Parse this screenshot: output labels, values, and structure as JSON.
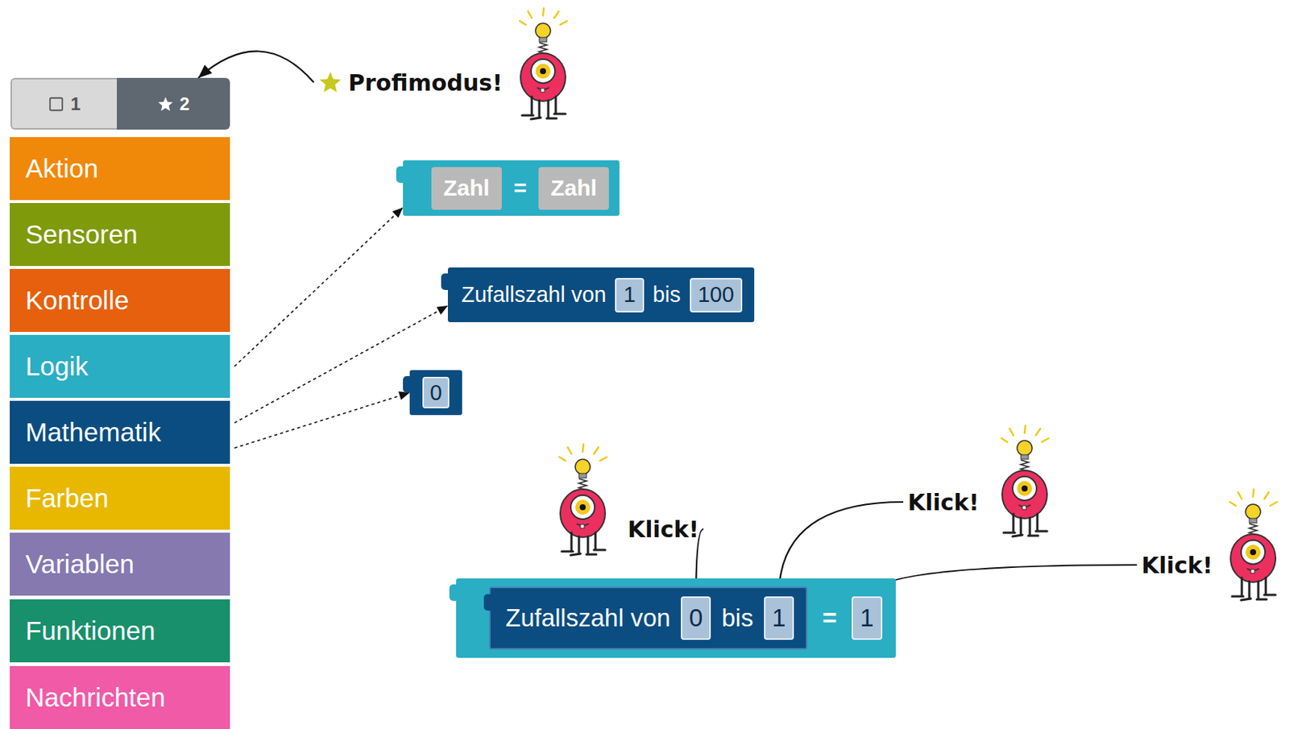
{
  "diagram": {
    "nodes": [
      {
        "text": [
          "1"
        ]
      },
      {
        "text": [
          "2"
        ]
      },
      {
        "text": [
          "Aktion"
        ]
      },
      {
        "text": [
          "Sensoren"
        ]
      },
      {
        "text": [
          "Kontrolle"
        ]
      },
      {
        "text": [
          "Logik"
        ]
      },
      {
        "text": [
          "Mathematik"
        ]
      },
      {
        "text": [
          "Farben"
        ]
      },
      {
        "text": [
          "Variablen"
        ]
      },
      {
        "text": [
          "Funktionen"
        ]
      },
      {
        "text": [
          "Nachrichten"
        ]
      },
      {
        "text": [
          "Profimodus!"
        ]
      },
      {
        "text": [
          "="
        ]
      },
      {
        "text": [
          "Zahl"
        ],
        "in": 12
      },
      {
        "text": [
          "Zahl"
        ],
        "in": 12
      },
      {
        "text": [
          "Zufallszahl von",
          "bis"
        ]
      },
      {
        "text": [
          "1"
        ],
        "in": 15
      },
      {
        "text": [
          "100"
        ],
        "in": 15
      },
      {
        "text": [
          "0"
        ]
      },
      {
        "text": [
          "="
        ]
      },
      {
        "text": [
          "Zufallszahl von",
          "bis"
        ],
        "in": 19
      },
      {
        "text": [
          "0"
        ],
        "in": 20
      },
      {
        "text": [
          "1"
        ],
        "in": 20
      },
      {
        "text": [
          "1"
        ],
        "in": 19
      },
      {
        "text": [
          "Klick!"
        ]
      },
      {
        "text": [
          "Klick!"
        ]
      },
      {
        "text": [
          "Klick!"
        ]
      }
    ],
    "edges": [
      {
        "from": 11,
        "to": 1,
        "arrow": "to"
      },
      {
        "from": 5,
        "to": 12,
        "arrow": "to"
      },
      {
        "from": 6,
        "to": 15,
        "arrow": "to"
      },
      {
        "from": 6,
        "to": 18,
        "arrow": "to"
      },
      {
        "from": 24,
        "to": 21,
        "arrow": "to"
      },
      {
        "from": 25,
        "to": 22,
        "arrow": "to"
      },
      {
        "from": 26,
        "to": 23,
        "arrow": "to"
      }
    ]
  }
}
